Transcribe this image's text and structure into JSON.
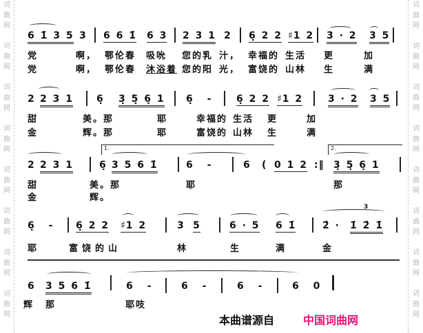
{
  "watermark": "词\n曲\n网\n\n词\n曲\n网\n\n词\n曲\n网\n\n词\n曲\n网\n\n词\n曲\n网\n\n词\n曲\n网\n\n词\n曲\n网\n\n词\n曲\n网",
  "rows": [
    {
      "notes": [
        "6 1̇ 3 5",
        "3",
        "6 6 1̇",
        "6 3",
        "2 3 1",
        "2",
        "6̣ 2 2",
        "♯1 2",
        "3 · 2",
        "3 5"
      ],
      "lyrics1": [
        "党",
        "啊，",
        "鄂伦春",
        "吸吮",
        "您的乳",
        "汁，",
        "幸福的",
        "生活",
        "更",
        "加"
      ],
      "lyrics2": [
        "党",
        "啊，",
        "鄂伦春",
        "沐浴着",
        "您的阳",
        "光，",
        "富饶的",
        "山林",
        "生",
        "满"
      ]
    },
    {
      "notes": [
        "2",
        "2 3 1",
        "6̣",
        "3̣ 5̣ 6̣ 1",
        "6̣ -",
        "6̣ 2 2",
        "♯1 2",
        "3 · 2",
        "3 5"
      ],
      "lyrics1": [
        "甜",
        "美。那",
        "耶",
        "幸福的",
        "生活",
        "更",
        "加"
      ],
      "lyrics2": [
        "金",
        "辉。那",
        "耶",
        "富饶的",
        "山林",
        "生",
        "满"
      ]
    },
    {
      "notes": [
        "2",
        "2 3 1",
        "6̣",
        "3 5 6 1̇",
        "6 -",
        "6",
        "(",
        "0 1 2",
        ":‖",
        "3̣ 5̣ 6̣ 1"
      ],
      "volta1": "1.",
      "volta2": "2.",
      "lyrics1": [
        "甜",
        "美。那",
        "耶",
        "那"
      ],
      "lyrics2": [
        "金",
        "辉。"
      ]
    },
    {
      "notes": [
        "6̣ -",
        "6̣ 2 2",
        "♯1 2",
        "3",
        "5",
        "6 · 5",
        "6 1̇",
        "2̇ ·",
        "1̇ 2̇ 1̇"
      ],
      "triplet": "3",
      "lyrics1": [
        "耶",
        "富饶的山",
        "林",
        "生",
        "满",
        "金"
      ]
    },
    {
      "notes": [
        "6",
        "3 5 6 1̇",
        "6 -",
        "6 -",
        "6 -",
        "6 0"
      ],
      "lyrics1": [
        "辉",
        "那",
        "耶吱"
      ]
    }
  ],
  "credit": {
    "text": "本曲谱源自",
    "site": "中国词曲网",
    "site_color": "#ee1177"
  }
}
